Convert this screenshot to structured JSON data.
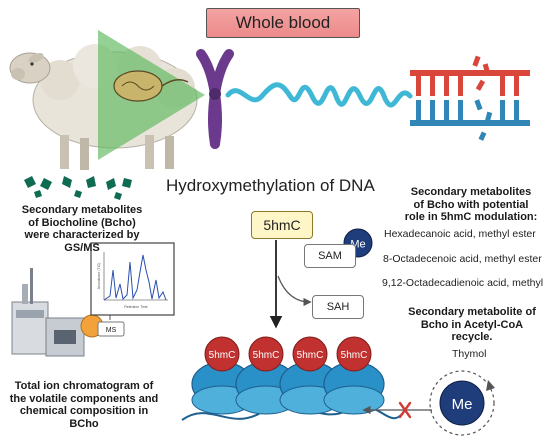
{
  "banner": {
    "label": "Whole blood"
  },
  "main_title": "Hydroxymethylation of DNA",
  "left_caption_top": [
    "Secondary metabolites",
    "of Biocholine (Bcho)",
    "were characterized by",
    "GS/MS"
  ],
  "left_caption_bottom": [
    "Total ion chromatogram of",
    "the volatile components and",
    "chemical composition in",
    "BCho"
  ],
  "right_heading_1": [
    "Secondary metabolites",
    "of Bcho with potential",
    "role in 5hmC modulation:"
  ],
  "metabolites": [
    "Hexadecanoic acid, methyl ester",
    "8-Octadecenoic acid, methyl ester",
    "9,12-Octadecadienoic acid, methyl"
  ],
  "right_heading_2": [
    "Secondary metabolite of",
    "Bcho in Acetyl-CoA",
    "recycle."
  ],
  "thymol": "Thymol",
  "pathway": {
    "start": "5hmC",
    "sam": "SAM",
    "sah": "SAH",
    "me": "Me"
  },
  "nucleosome_label": "5hmC",
  "ms_label": "MS",
  "chromatogram_axis_x": "Retention Time",
  "chromatogram_axis_y": "Abundance (TIC)",
  "colors": {
    "banner": "#ee9090",
    "chromosome": "#6b3a8c",
    "dna_coil": "#3fb8d6",
    "dna_red": "#d9463b",
    "dna_blue": "#2f86b7",
    "methyl_circle": "#1f3d7a",
    "tag_red": "#c0312f",
    "nucleosome": "#2a90c8",
    "crystal": "#0f6b52",
    "triangle": "#66b85a"
  }
}
